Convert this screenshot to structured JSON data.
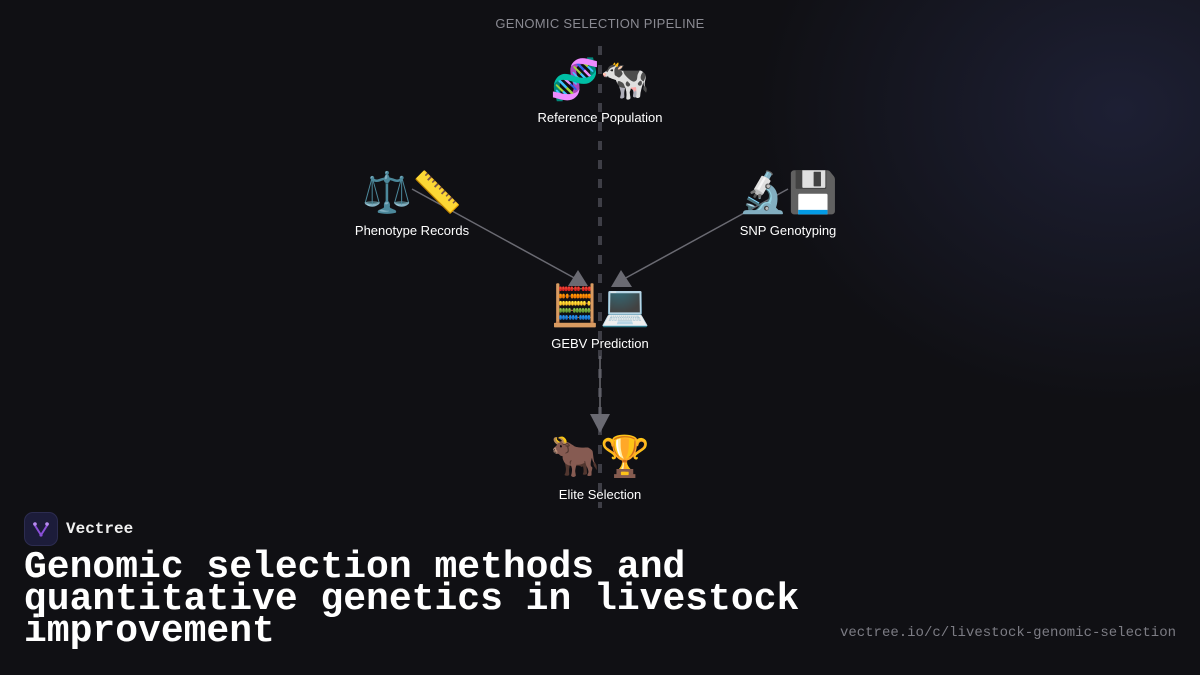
{
  "diagram": {
    "title": "GENOMIC SELECTION PIPELINE",
    "nodes": [
      {
        "id": "ref",
        "icons": "🧬🐄",
        "label": "Reference Population"
      },
      {
        "id": "pheno",
        "icons": "⚖️📏",
        "label": "Phenotype Records"
      },
      {
        "id": "snp",
        "icons": "🔬💾",
        "label": "SNP Genotyping"
      },
      {
        "id": "gebv",
        "icons": "🧮💻",
        "label": "GEBV Prediction"
      },
      {
        "id": "elite",
        "icons": "🐂🏆",
        "label": "Elite Selection"
      }
    ],
    "edges": [
      {
        "from": "pheno",
        "to": "gebv"
      },
      {
        "from": "snp",
        "to": "gebv"
      },
      {
        "from": "gebv",
        "to": "elite"
      }
    ]
  },
  "brand": {
    "name": "Vectree",
    "logo_icon": "vectree-logo-icon",
    "accent": "#8a4fd8"
  },
  "headline": "Genomic selection methods and quantitative genetics in livestock improvement",
  "url": "vectree.io/c/livestock-genomic-selection"
}
